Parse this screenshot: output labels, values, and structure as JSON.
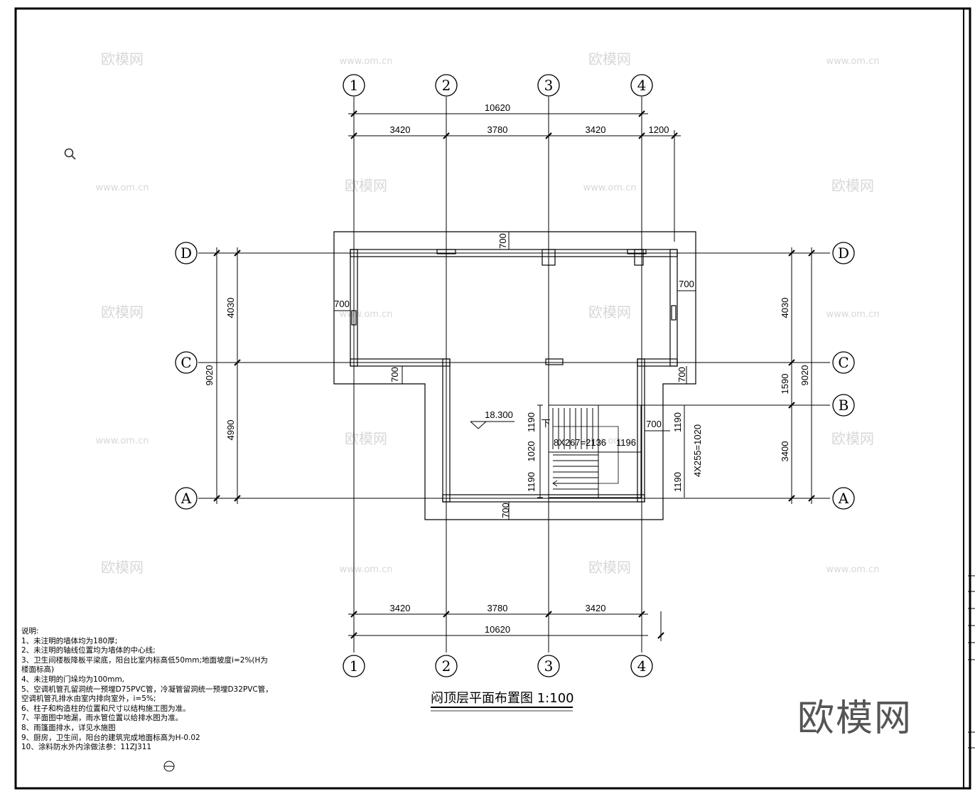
{
  "drawing_title": "闷顶层平面布置图",
  "drawing_scale": "1:100",
  "axes_vertical": [
    "1",
    "2",
    "3",
    "4"
  ],
  "axes_horizontal": [
    "D",
    "C",
    "B",
    "A"
  ],
  "dims": {
    "top_total": "10620",
    "top_seg1": "3420",
    "top_seg2": "3780",
    "top_seg3": "3420",
    "top_overhang": "1200",
    "bottom_seg1": "3420",
    "bottom_seg2": "3780",
    "bottom_seg3": "3420",
    "bottom_total": "10620",
    "left_dc": "4030",
    "left_ca": "4990",
    "left_total": "9020",
    "right_dc": "4030",
    "right_cb": "1590",
    "right_ba": "3400",
    "right_total": "9020",
    "eave_700": "700",
    "stair_1190a": "1190",
    "stair_1020": "1020",
    "stair_1190b": "1190",
    "stair_r1190a": "1190",
    "stair_r1190b": "1190",
    "stair_run": "8X267=2136",
    "stair_1196": "1196",
    "stair_steps": "4X255=1020",
    "stair_down": "下",
    "level": "18.300"
  },
  "notes": {
    "heading": "说明:",
    "items": [
      "1、未注明的墙体均为180厚;",
      "2、未注明的轴线位置均为墙体的中心线;",
      "3、卫生间楼板降板平梁底，阳台比室内标高低50mm;地面坡度i=2%(H为",
      "     楼面标高)",
      "4、未注明的门垛均为100mm,",
      "5、空调机管孔留洞统一预埋D75PVC管，冷凝管留洞统一预埋D32PVC管，",
      "空调机管孔排水由室内排向室外，i=5%;",
      "6、柱子和构造柱的位置和尺寸以结构施工图为准。",
      "7、平面图中地漏，雨水管位置以给排水图为准。",
      "8、雨篷面排水，详见水施图",
      "9、厨房，卫生间，阳台的建筑完成地面标高为H-0.02",
      "10、涂料防水外内涂做法参：11ZJ311"
    ]
  },
  "watermark": {
    "brand": "欧模网",
    "url": "www.om.cn"
  },
  "icons": [
    "magnifier-icon",
    "detail-reference-icon"
  ]
}
